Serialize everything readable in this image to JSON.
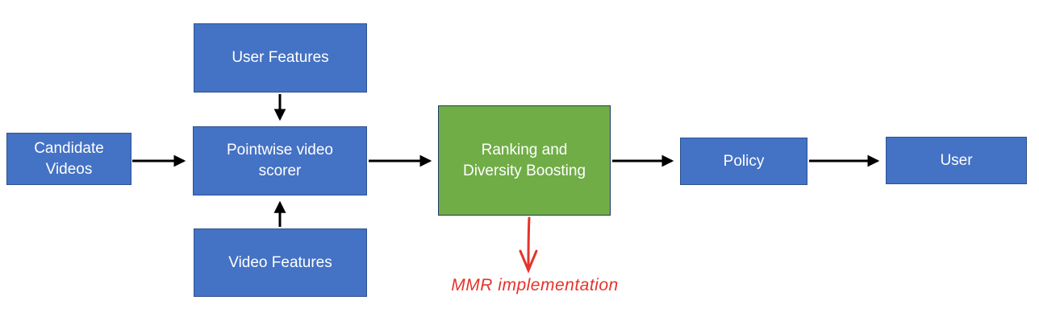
{
  "diagram": {
    "nodes": {
      "candidate_videos": {
        "label": "Candidate Videos"
      },
      "user_features": {
        "label": "User Features"
      },
      "pointwise_scorer": {
        "label": "Pointwise video scorer"
      },
      "video_features": {
        "label": "Video Features"
      },
      "ranking_diversity": {
        "label": "Ranking and Diversity Boosting"
      },
      "policy": {
        "label": "Policy"
      },
      "user": {
        "label": "User"
      }
    },
    "annotation": {
      "label": "MMR implementation"
    },
    "arrows": [
      {
        "name": "candidate-to-scorer",
        "direction": "right"
      },
      {
        "name": "user-features-to-scorer",
        "direction": "down"
      },
      {
        "name": "video-features-to-scorer",
        "direction": "up"
      },
      {
        "name": "scorer-to-ranking",
        "direction": "right"
      },
      {
        "name": "ranking-to-policy",
        "direction": "right"
      },
      {
        "name": "policy-to-user",
        "direction": "right"
      },
      {
        "name": "ranking-to-annotation",
        "direction": "down",
        "color": "red"
      }
    ]
  },
  "colors": {
    "node-blue": "#4472C4",
    "node-blue-border": "#2F528F",
    "node-green": "#70AD47",
    "node-green-border": "#203864",
    "arrow-black": "#000000",
    "annotation-red": "#E5332A",
    "text-white": "#FFFFFF",
    "background": "#FFFFFF"
  }
}
